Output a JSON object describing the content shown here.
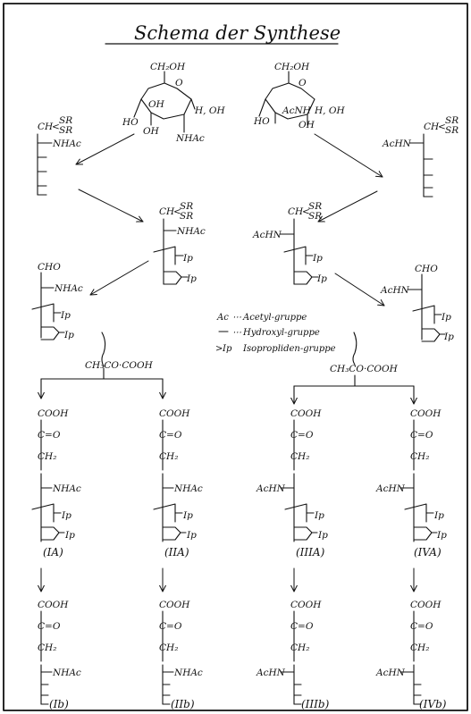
{
  "title": "Schema der Synthese",
  "sugars": {
    "left": {
      "ch2oh": "CH₂OH",
      "oh_a": "OH",
      "h_oh": "H, OH",
      "ho": "HO",
      "nhac": "NHAc"
    },
    "right": {
      "ch2oh": "CH₂OH",
      "acnh": "AcNH",
      "h_oh": "H, OH",
      "ho": "HO",
      "oh_b": "OH"
    }
  },
  "row1": {
    "left": {
      "ch_sr": "CH",
      "sr1": "SR",
      "sr2": "SR",
      "sub": "NHAc"
    },
    "right": {
      "ch_sr": "CH",
      "sr1": "SR",
      "sr2": "SR",
      "sub": "AcHN"
    }
  },
  "row2": {
    "left": {
      "ch_sr": "CH",
      "sr1": "SR",
      "sr2": "SR",
      "sub": "NHAc",
      "ip1": "Ip",
      "ip2": "Ip"
    },
    "right": {
      "ch_sr": "CH",
      "sr1": "SR",
      "sr2": "SR",
      "sub": "AcHN",
      "ip1": "Ip",
      "ip2": "Ip"
    }
  },
  "row3": {
    "left": {
      "cho": "CHO",
      "sub": "NHAc",
      "ip1": "Ip",
      "ip2": "Ip"
    },
    "right": {
      "cho": "CHO",
      "sub": "AcHN",
      "ip1": "Ip",
      "ip2": "Ip"
    }
  },
  "legend": {
    "ac_sym": "Ac",
    "ac_text": "Acetyl-gruppe",
    "oh_text": "Hydroxyl-gruppe",
    "ip_sym": "Ip",
    "ip_text": "Isopropliden-gruppe"
  },
  "reagent": {
    "left": "CH₃CO·COOH",
    "right": "CH₃CO·COOH"
  },
  "row4": [
    {
      "cooh": "COOH",
      "co": "C=O",
      "ch2": "CH₂",
      "sub": "NHAc",
      "ip1": "Ip",
      "ip2": "Ip",
      "label": "(IA)"
    },
    {
      "cooh": "COOH",
      "co": "C=O",
      "ch2": "CH₂",
      "sub": "NHAc",
      "ip1": "Ip",
      "ip2": "Ip",
      "label": "(IIA)"
    },
    {
      "cooh": "COOH",
      "co": "C=O",
      "ch2": "CH₂",
      "sub": "AcHN",
      "ip1": "Ip",
      "ip2": "Ip",
      "label": "(IIIA)"
    },
    {
      "cooh": "COOH",
      "co": "C=O",
      "ch2": "CH₂",
      "sub": "AcHN",
      "ip1": "Ip",
      "ip2": "Ip",
      "label": "(IVA)"
    }
  ],
  "row5": [
    {
      "cooh": "COOH",
      "co": "C=O",
      "ch2": "CH₂",
      "sub": "NHAc",
      "label": "(Ib)"
    },
    {
      "cooh": "COOH",
      "co": "C=O",
      "ch2": "CH₂",
      "sub": "NHAc",
      "label": "(IIb)"
    },
    {
      "cooh": "COOH",
      "co": "C=O",
      "ch2": "CH₂",
      "sub": "AcHN",
      "label": "(IIIb)"
    },
    {
      "cooh": "COOH",
      "co": "C=O",
      "ch2": "CH₂",
      "sub": "AcHN",
      "label": "(IVb)"
    }
  ]
}
